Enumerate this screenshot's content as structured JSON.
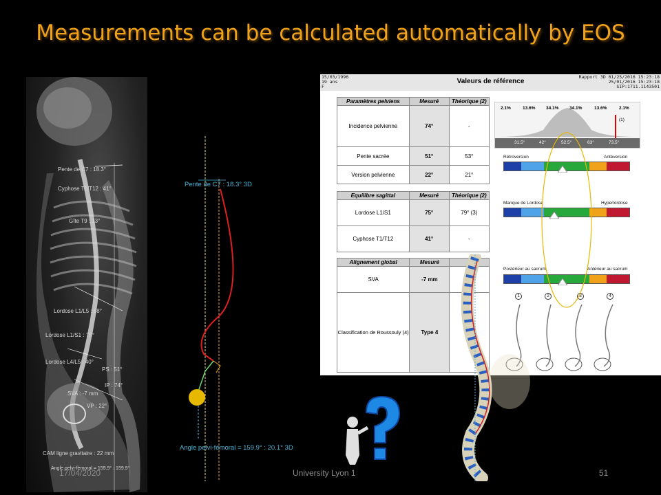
{
  "slide": {
    "title": "Measurements can be calculated automatically by EOS",
    "footer_date": "17/04/2020",
    "footer_center": "University Lyon 1",
    "page_number": "51"
  },
  "xray_labels": {
    "pente_c7": "Pente de C7 : 18.3°",
    "cyphose": "Cyphose T1/T12 : 41°",
    "gite": "Gîte T9 : 13°",
    "lordose_l1l5": "Lordose L1/L5 : 68°",
    "lordose_l1s1": "Lordose L1/S1 : 75°",
    "lordose_l4l5": "Lordose L4/L5 : 40°",
    "ps": "PS : 51°",
    "ip": "IP : 74°",
    "sva": "SVA : -7 mm",
    "vp": "VP : 22°",
    "cam": "CAM ligne gravitaire : 22 mm",
    "angle_bottom": "Angle pelvi-fémoral = 159.9° : 159.9°"
  },
  "curve_labels": {
    "pente_c7": "Pente de C7 : 18.3° 3D",
    "angle": "Angle pelvi-fémoral = 159.9° : 20.1° 3D"
  },
  "report": {
    "title": "Valeurs de référence",
    "meta_left": [
      "15/03/1996",
      "19 ans",
      "F"
    ],
    "meta_right": [
      "Rapport 3D 01/25/2016 15:23:18",
      "25/01/2016 15:23:18",
      "SIP:1711.1143501"
    ],
    "col_measured": "Mesuré",
    "col_theoretical": "Théorique (2)",
    "pelvic": {
      "header": "Paramètres pelviens",
      "rows": [
        {
          "label": "Incidence pelvienne",
          "measured": "74°",
          "theoretical": "-"
        },
        {
          "label": "Pente sacrée",
          "measured": "51°",
          "theoretical": "53°"
        },
        {
          "label": "Version pelvienne",
          "measured": "22°",
          "theoretical": "21°"
        }
      ]
    },
    "sagittal": {
      "header": "Equilibre sagittal",
      "rows": [
        {
          "label": "Lordose L1/S1",
          "measured": "75°",
          "theoretical": "79° (3)"
        },
        {
          "label": "Cyphose T1/T12",
          "measured": "41°",
          "theoretical": "-"
        }
      ]
    },
    "global": {
      "header": "Alignement global",
      "rows": [
        {
          "label": "SVA",
          "measured": "-7 mm"
        },
        {
          "label": "Classification de Roussouly (4)",
          "measured": "Type 4",
          "theoretical": "-"
        }
      ]
    },
    "distribution": {
      "percents": [
        "2.1%",
        "13.6%",
        "34.1%",
        "34.1%",
        "13.6%",
        "2.1%"
      ],
      "ticks": [
        "31.5°",
        "42°",
        "52.5°",
        "63°",
        "73.5°"
      ],
      "marker_note": "(1)"
    },
    "bars": {
      "bar1_left": "Rétroversion",
      "bar1_right": "Antéversion",
      "bar2_left": "Manque de Lordose",
      "bar2_right": "Hyperlordose",
      "bar3_left": "Postérieur au sacrum",
      "bar3_right": "Antérieur au sacrum"
    },
    "roussouly_types": [
      "1",
      "2",
      "3",
      "4"
    ]
  },
  "colors": {
    "title": "#f0a21a",
    "curve": "#e02020",
    "label": "#4fb3d9"
  }
}
